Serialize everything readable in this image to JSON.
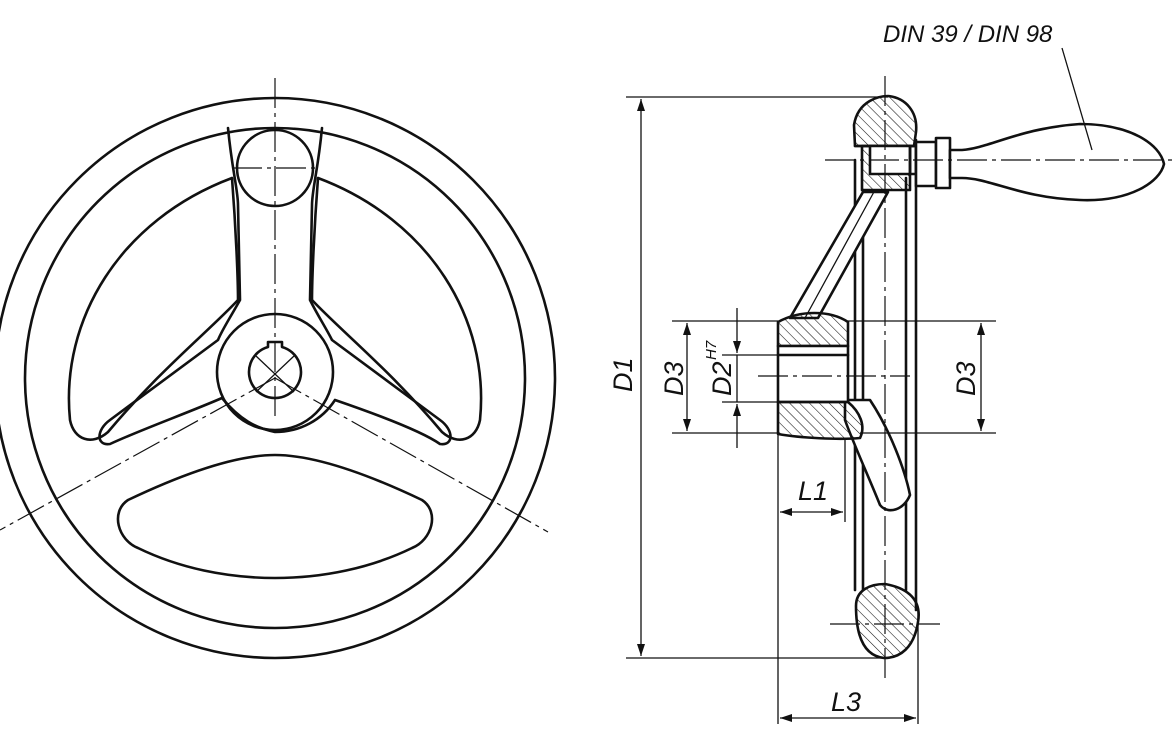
{
  "labels": {
    "din": "DIN 39 / DIN 98",
    "d1": "D1",
    "d3_left": "D3",
    "d2": "D2",
    "d2_tolerance": "H7",
    "d3_right": "D3",
    "l1": "L1",
    "l3": "L3"
  },
  "colors": {
    "line": "#111111",
    "background": "#ffffff"
  }
}
